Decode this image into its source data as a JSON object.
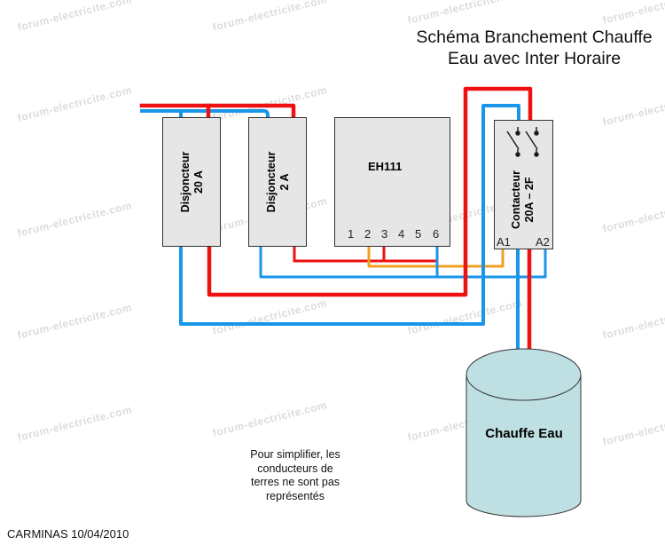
{
  "title": {
    "line1": "Schéma Branchement Chauffe",
    "line2": "Eau avec Inter Horaire"
  },
  "components": {
    "breaker_20a": {
      "name": "Disjoncteur",
      "rating": "20 A"
    },
    "breaker_2a": {
      "name": "Disjoncteur",
      "rating": "2 A"
    },
    "timer": {
      "name": "EH111",
      "terminals": [
        "1",
        "2",
        "3",
        "4",
        "5",
        "6"
      ]
    },
    "contactor": {
      "name": "Contacteur",
      "rating": "20A – 2F",
      "terminal_a1": "A1",
      "terminal_a2": "A2"
    },
    "water_heater": {
      "name": "Chauffe Eau"
    }
  },
  "note": {
    "line1": "Pour simplifier, les",
    "line2": "conducteurs de",
    "line3": "terres ne sont pas",
    "line4": "représentés"
  },
  "author": "CARMINAS 10/04/2010",
  "watermark": "forum-electricite.com",
  "colors": {
    "phase": "#ee1111",
    "neutral": "#1a96e8",
    "control": "#f0a020",
    "box_fill": "#e6e6e6",
    "tank_fill": "#bfe0e3"
  }
}
